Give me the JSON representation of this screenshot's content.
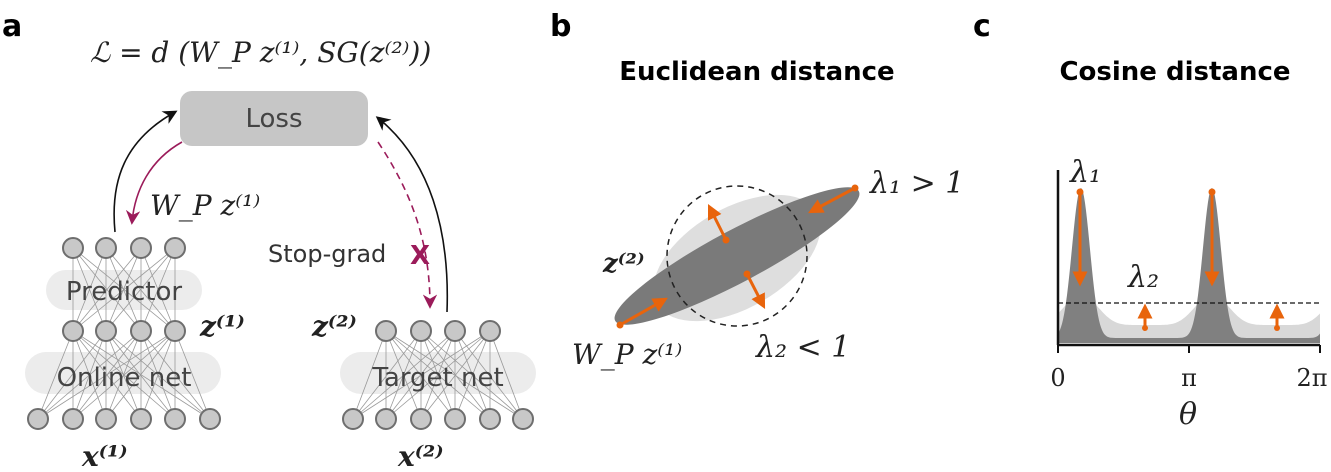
{
  "panel_a": {
    "letter": "a",
    "loss_equation": "ℒ = d (W_P z⁽¹⁾, SG(z⁽²⁾))",
    "loss_box_label": "Loss",
    "predictor_label": "Predictor",
    "online_net_label": "Online net",
    "target_net_label": "Target net",
    "stop_grad_label": "Stop-grad",
    "stop_grad_mark": "X",
    "prediction_label": "W_P z⁽¹⁾",
    "z1_label": "z⁽¹⁾",
    "z2_label": "z⁽²⁾",
    "x1_label": "x⁽¹⁾",
    "x2_label": "x⁽²⁾",
    "colors": {
      "gradient_arrow": "#9b1b5a",
      "node_fill": "#c8c8c8",
      "loss_box": "#c6c6c6"
    }
  },
  "panel_b": {
    "letter": "b",
    "title": "Euclidean distance",
    "lambda1_label": "λ₁ > 1",
    "lambda2_label": "λ₂ < 1",
    "z2_label": "z⁽²⁾",
    "wpz1_label": "W_P z⁽¹⁾",
    "colors": {
      "arrow": "#e8640c",
      "dark_ellipse": "#7a7a7a",
      "light_ellipse": "#dedede"
    }
  },
  "panel_c": {
    "letter": "c",
    "title": "Cosine distance",
    "lambda1_label": "λ₁",
    "lambda2_label": "λ₂",
    "x_ticks": [
      "0",
      "π",
      "2π"
    ],
    "x_label": "θ",
    "colors": {
      "arrow": "#e8640c",
      "dark_fill": "#808080",
      "light_fill": "#d8d8d8"
    }
  }
}
